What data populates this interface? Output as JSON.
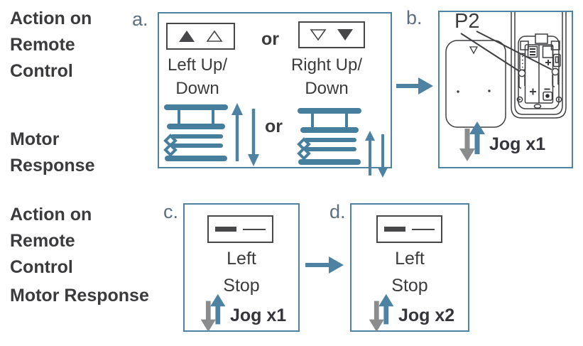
{
  "colors": {
    "accent_teal": "#4d82a2",
    "label_slate": "#5c6e7f",
    "text_dark": "#3b3b3d",
    "arrow_gray": "#8a8c8e",
    "line_art": "#3f3f42"
  },
  "rows": {
    "top": {
      "action_label": "Action on\nRemote\nControl",
      "motor_label": "Motor\nResponse",
      "panel_a": {
        "label": "a.",
        "or_buttons": "or",
        "left_caption": "Left Up/\nDown",
        "right_caption": "Right Up/\nDown",
        "or_shades": "or"
      },
      "panel_b": {
        "label": "b.",
        "p2": "P2",
        "jog": "Jog x1"
      }
    },
    "bottom": {
      "action_label": "Action on\nRemote\nControl",
      "motor_label": "Motor Response",
      "panel_c": {
        "label": "c.",
        "caption": "Left\nStop",
        "jog": "Jog x1"
      },
      "panel_d": {
        "label": "d.",
        "caption": "Left\nStop",
        "jog": "Jog x2"
      }
    }
  }
}
